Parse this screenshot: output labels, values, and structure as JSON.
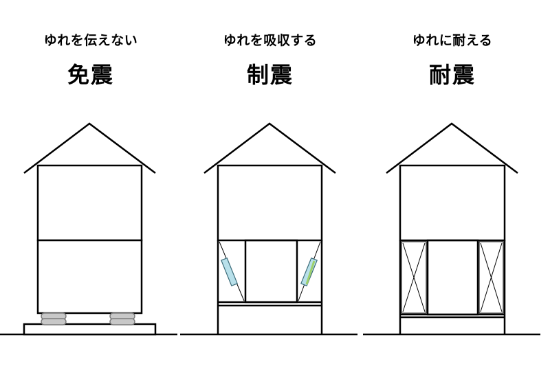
{
  "panels": [
    {
      "id": "menshin",
      "subtitle": "ゆれを伝えない",
      "title": "免震"
    },
    {
      "id": "seishin",
      "subtitle": "ゆれを吸収する",
      "title": "制震"
    },
    {
      "id": "taishin",
      "subtitle": "ゆれに耐える",
      "title": "耐震"
    }
  ],
  "colors": {
    "line": "#000000",
    "isolator_fill": "#c8c8c8",
    "isolator_stroke": "#7a7a7a",
    "damper_fill": "#b8e0ea",
    "damper_stripe": "#9ed06a"
  }
}
